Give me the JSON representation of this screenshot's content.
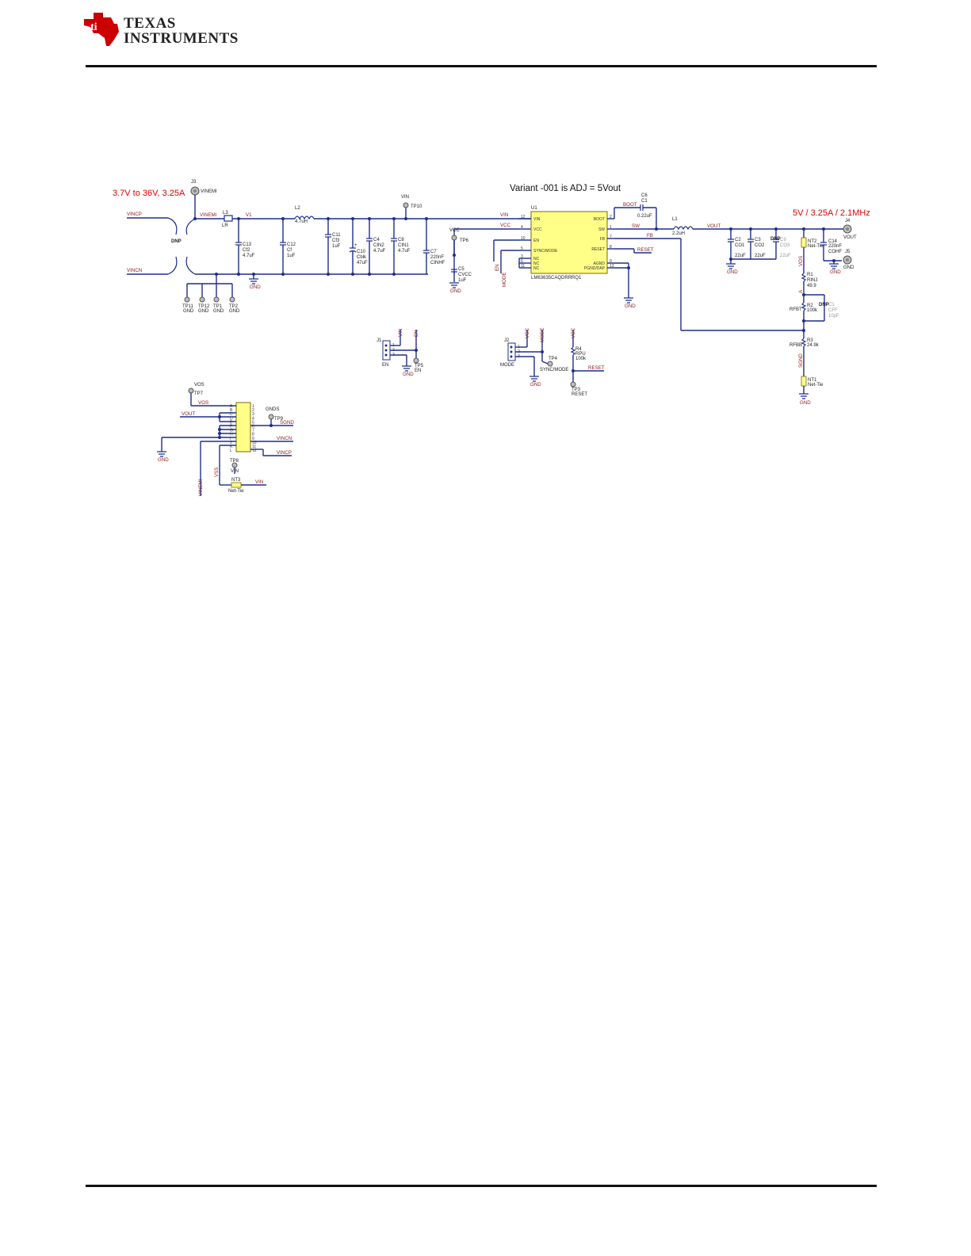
{
  "header": {
    "company_line1": "TEXAS",
    "company_line2": "INSTRUMENTS"
  },
  "colors": {
    "wire": "#1e2d8a",
    "net_label": "#8b1a1a",
    "annotation": "#e00000",
    "ic_fill": "#ffff88",
    "logo_red": "#cc0000"
  },
  "annotations": {
    "input": "3.7V to 36V, 3.25A",
    "variant": "Variant -001 is ADJ = 5Vout",
    "output": "5V / 3.25A / 2.1MHz"
  },
  "nets": {
    "vincp": "VINCP",
    "vincn": "VINCN",
    "vinemi": "VINEMI",
    "v1": "V1",
    "vin": "VIN",
    "vcc": "VCC",
    "en": "EN",
    "mode": "MODE",
    "boot": "BOOT",
    "sw": "SW",
    "fb": "FB",
    "vout": "VOUT",
    "reset": "RESET",
    "gnd": "GND",
    "vos": "VOS",
    "sgnd": "SGND",
    "gnds": "GNDS"
  },
  "ic": {
    "ref": "U1",
    "part": "LM63635CAQDRRRQ1",
    "pins_left": [
      {
        "num": "12",
        "name": "VIN"
      },
      {
        "num": "4",
        "name": "VCC"
      },
      {
        "num": "10",
        "name": "EN"
      },
      {
        "num": "5",
        "name": "SYNC/MODE"
      },
      {
        "num": "3",
        "name": "NC"
      },
      {
        "num": "6",
        "name": "NC"
      },
      {
        "num": "11",
        "name": "NC"
      }
    ],
    "pins_right": [
      {
        "num": "2",
        "name": "BOOT"
      },
      {
        "num": "1",
        "name": "SW"
      },
      {
        "num": "7",
        "name": "FB"
      },
      {
        "num": "8",
        "name": "RESET"
      },
      {
        "num": "9",
        "name": "AGND"
      },
      {
        "num": "13",
        "name": "PGND/DAP"
      }
    ]
  },
  "components": {
    "j3": {
      "ref": "J3",
      "label": "VINEMI"
    },
    "dnp": "DNP",
    "l3": {
      "ref": "L3",
      "value": "LR"
    },
    "l2": {
      "ref": "L2",
      "value": "4.7uH"
    },
    "c13": {
      "ref": "C13",
      "name": "Cf2",
      "value": "4.7uF"
    },
    "c12": {
      "ref": "C12",
      "name": "Cf",
      "value": "1uF"
    },
    "c11": {
      "ref": "C11",
      "name": "Cf3",
      "value": "1uF"
    },
    "c10": {
      "ref": "C10",
      "name": "Cblk",
      "value": "47uF"
    },
    "c4": {
      "ref": "C4",
      "name": "CIN2",
      "value": "4.7uF"
    },
    "c8": {
      "ref": "C8",
      "name": "CIN1",
      "value": "4.7uF"
    },
    "c7": {
      "ref": "C7",
      "name": "CINHF",
      "value": "220nF"
    },
    "tp10": "TP10",
    "tp6": "TP6",
    "c5": {
      "ref": "C5",
      "name": "CVCC",
      "value": "1uF"
    },
    "c6": {
      "ref": "C6",
      "name": "C1",
      "value": "0.22uF"
    },
    "l1": {
      "ref": "L1",
      "value": "2.2uH"
    },
    "c2": {
      "ref": "C2",
      "name": "CO1",
      "value": "22uF"
    },
    "c3": {
      "ref": "C3",
      "name": "CO2",
      "value": "22uF"
    },
    "c9": {
      "ref": "C9",
      "name": "CO3",
      "value": "22uF"
    },
    "nt2": {
      "ref": "NT2",
      "value": "Net-Tie"
    },
    "c14": {
      "ref": "C14",
      "name": "COHF",
      "value": "220nF"
    },
    "j4": {
      "ref": "J4",
      "label": "VOUT"
    },
    "j5": {
      "ref": "J5",
      "label": "GND"
    },
    "r1": {
      "ref": "R1",
      "name": "RINJ",
      "value": "49.9"
    },
    "r2": {
      "ref": "R2",
      "name": "RFBT",
      "value": "100k"
    },
    "c1": {
      "ref": "C1",
      "name": "CFF",
      "value": "10pF"
    },
    "r3": {
      "ref": "R3",
      "name": "RFBB",
      "value": "24.9k"
    },
    "nt1": {
      "ref": "NT1",
      "value": "Net-Tie"
    },
    "tp11": "TP11",
    "tp12": "TP12",
    "tp1": "TP1",
    "tp2": "TP2",
    "j1": {
      "ref": "J1",
      "label": "EN"
    },
    "tp5": "TP5",
    "j2": {
      "ref": "J2",
      "label": "MODE"
    },
    "tp4": "TP4",
    "sync_mode": "SYNC/MODE",
    "r4": {
      "ref": "R4",
      "name": "RPU",
      "value": "100k"
    },
    "tp3": "TP3",
    "tp7": "TP7",
    "tp9": "TP9",
    "tp8": "TP8",
    "nt3": {
      "ref": "NT3",
      "value": "Net-Tie"
    },
    "ac": "A",
    "vss": "VSS",
    "header_letters": [
      "A",
      "B",
      "C",
      "D",
      "E",
      "F",
      "G",
      "H",
      "I",
      "J",
      "K",
      "L"
    ],
    "header_numbers": [
      "1",
      "2",
      "3",
      "4",
      "5",
      "6",
      "7",
      "8",
      "9",
      "10",
      "11",
      "12"
    ]
  }
}
